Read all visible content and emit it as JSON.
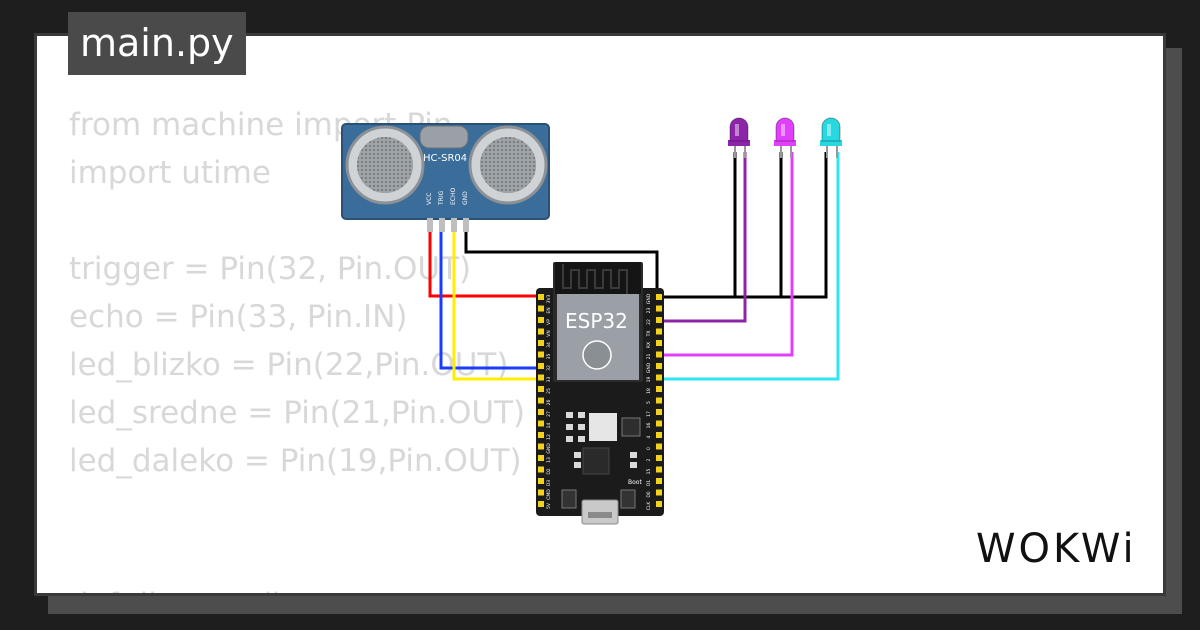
{
  "tab": {
    "filename": "main.py"
  },
  "code_lines": [
    "from machine import Pin",
    "import utime",
    "",
    "trigger = Pin(32, Pin.OUT)",
    "echo = Pin(33, Pin.IN)",
    "led_blizko = Pin(22,Pin.OUT)",
    "led_sredne = Pin(21,Pin.OUT)",
    "led_daleko = Pin(19,Pin.OUT)",
    "",
    "",
    "def distance():"
  ],
  "sensor": {
    "model": "HC-SR04",
    "pins": [
      "VCC",
      "TRIG",
      "ECHO",
      "GND"
    ]
  },
  "board": {
    "label": "ESP32",
    "left_pins": [
      "3V3",
      "EN",
      "VP",
      "VN",
      "34",
      "35",
      "32",
      "33",
      "25",
      "26",
      "27",
      "14",
      "12",
      "GND",
      "13",
      "D2",
      "D3",
      "CMD",
      "5V"
    ],
    "right_pins": [
      "GND",
      "23",
      "22",
      "TX",
      "RX",
      "21",
      "GND",
      "19",
      "18",
      "5",
      "17",
      "16",
      "4",
      "0",
      "2",
      "15",
      "D1",
      "D0",
      "CLK"
    ],
    "boot_label": "Boot"
  },
  "leds": [
    {
      "name": "led-purple",
      "color": "#8e24aa"
    },
    {
      "name": "led-magenta",
      "color": "#e040fb"
    },
    {
      "name": "led-cyan",
      "color": "#26d9e0"
    }
  ],
  "wires": {
    "vcc": "#ff0000",
    "trig": "#1a3cff",
    "echo": "#ffee00",
    "gnd": "#000000",
    "led1": "#8e24aa",
    "led2": "#e040fb",
    "led3": "#2ee6f0"
  },
  "brand": {
    "logo_text": "WOKWi"
  }
}
